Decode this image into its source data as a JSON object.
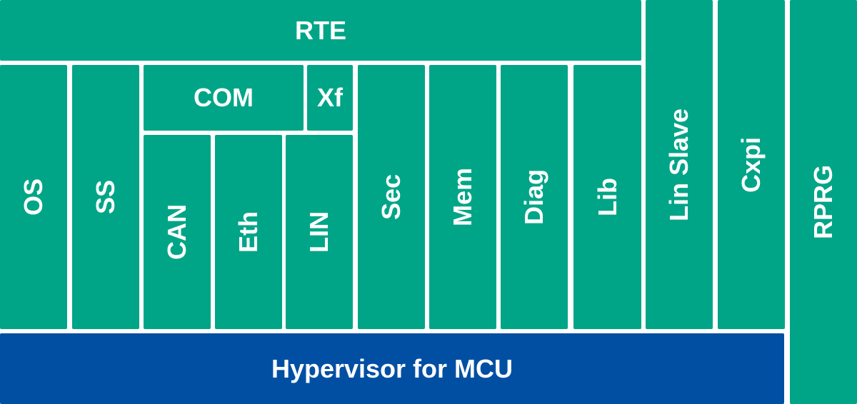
{
  "colors": {
    "module_green": "#00a587",
    "hypervisor_blue": "#004fa3",
    "text": "#ffffff",
    "background": "#ffffff"
  },
  "blocks": {
    "rte": "RTE",
    "os": "OS",
    "ss": "SS",
    "com": "COM",
    "xf": "Xf",
    "can": "CAN",
    "eth": "Eth",
    "lin": "LIN",
    "sec": "Sec",
    "mem": "Mem",
    "diag": "Diag",
    "lib": "Lib",
    "lin_slave": "Lin Slave",
    "cxpi": "Cxpi",
    "rprg": "RPRG",
    "hypervisor": "Hypervisor for MCU"
  }
}
